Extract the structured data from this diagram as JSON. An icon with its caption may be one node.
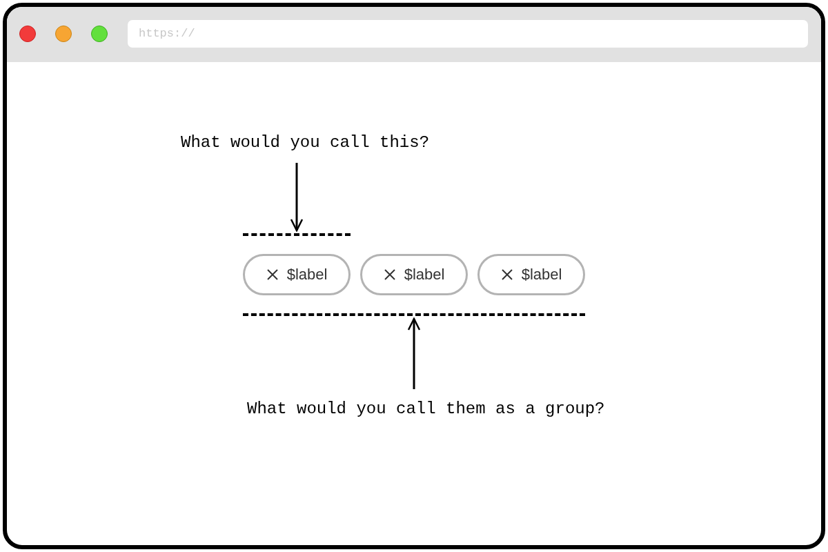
{
  "diagram": {
    "nodes": [
      {
        "text": [
          "What would you call this?"
        ]
      },
      {
        "text": [],
        "shape": "box"
      },
      {
        "text": [
          "$label"
        ],
        "in": 1
      },
      {
        "text": [
          "$label"
        ],
        "in": 1
      },
      {
        "text": [
          "$label"
        ],
        "in": 1
      },
      {
        "text": [
          "What would you call them as a group?"
        ]
      }
    ],
    "edges": [
      {
        "from": 0,
        "to": 2,
        "arrow": "to"
      },
      {
        "from": 5,
        "to": 1,
        "arrow": "to"
      }
    ],
    "labels": [
      "https://"
    ]
  }
}
